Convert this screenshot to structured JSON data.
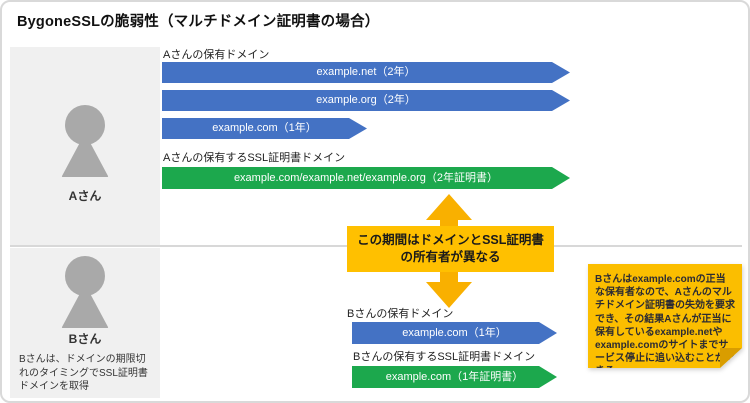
{
  "page": {
    "title": "BygoneSSLの脆弱性（マルチドメイン証明書の場合）"
  },
  "colors": {
    "domain_bar_blue": "#4472c4",
    "ssl_bar_green": "#1ca84d",
    "callout_yellow": "#ffc000",
    "sticky_note_yellow": "#fbbe00",
    "panel_gray": "#f0f0f0",
    "person_gray": "#a9a9a9"
  },
  "person_a": {
    "name": "Aさん"
  },
  "person_b": {
    "name": "Bさん",
    "note": "Bさんは、ドメインの期限切れのタイミングでSSL証明書ドメインを取得"
  },
  "section_a": {
    "domains_label": "Aさんの保有ドメイン",
    "domain_bars": [
      {
        "label": "example.net（2年）"
      },
      {
        "label": "example.org（2年）"
      },
      {
        "label": "example.com（1年）"
      }
    ],
    "ssl_label": "Aさんの保有するSSL証明書ドメイン",
    "ssl_bar": "example.com/example.net/example.org（2年証明書）"
  },
  "callout": {
    "line1": "この期間はドメインとSSL証明書",
    "line2": "の所有者が異なる"
  },
  "section_b": {
    "domains_label": "Bさんの保有ドメイン",
    "domain_bar": "example.com（1年）",
    "ssl_label": "Bさんの保有するSSL証明書ドメイン",
    "ssl_bar": "example.com（1年証明書）"
  },
  "sticky_note": {
    "text": "Bさんはexample.comの正当な保有者なので、Aさんのマルチドメイン証明書の失効を要求でき、その結果Aさんが正当に保有しているexample.netやexample.comのサイトまでサービス停止に追い込むことができる。"
  }
}
